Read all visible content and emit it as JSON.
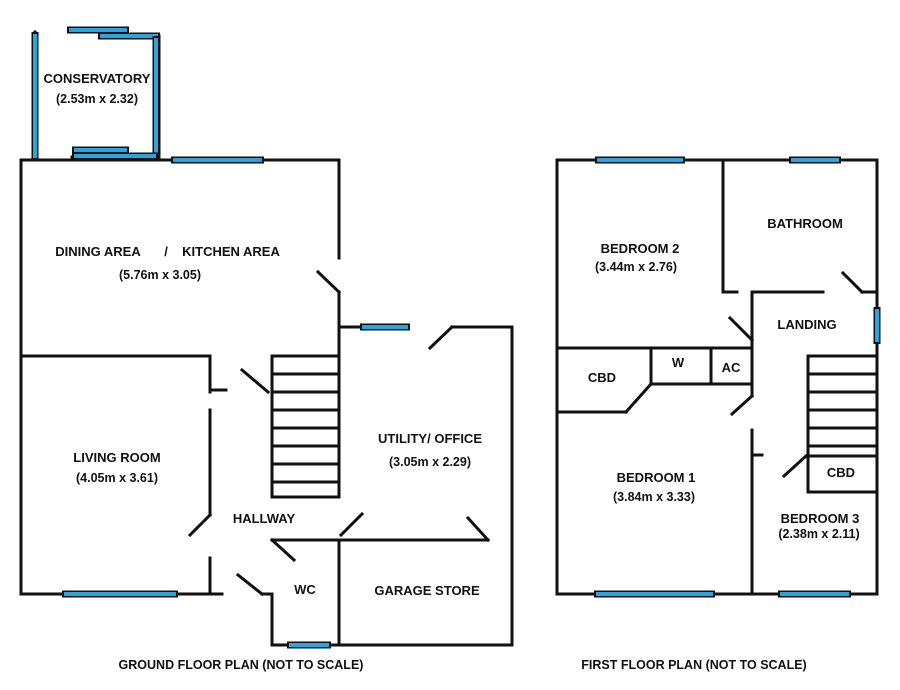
{
  "ground_floor": {
    "caption": "GROUND FLOOR PLAN (NOT TO SCALE)",
    "conservatory": {
      "name": "CONSERVATORY",
      "size": "(2.53m x 2.32)"
    },
    "dining": {
      "name": "DINING AREA",
      "divider": "/",
      "kitchen": "KITCHEN AREA",
      "size": "(5.76m x 3.05)"
    },
    "living_room": {
      "name": "LIVING ROOM",
      "size": "(4.05m x 3.61)"
    },
    "utility": {
      "name": "UTILITY/ OFFICE",
      "size": "(3.05m x 2.29)"
    },
    "hallway": {
      "name": "HALLWAY"
    },
    "wc": {
      "name": "WC"
    },
    "garage_store": {
      "name": "GARAGE STORE"
    }
  },
  "first_floor": {
    "caption": "FIRST FLOOR PLAN (NOT TO SCALE)",
    "bedroom2": {
      "name": "BEDROOM 2",
      "size": "(3.44m x 2.76)"
    },
    "bathroom": {
      "name": "BATHROOM"
    },
    "landing": {
      "name": "LANDING"
    },
    "cbd_left": {
      "name": "CBD"
    },
    "w": {
      "name": "W"
    },
    "ac": {
      "name": "AC"
    },
    "bedroom1": {
      "name": "BEDROOM 1",
      "size": "(3.84m x 3.33)"
    },
    "cbd_right": {
      "name": "CBD"
    },
    "bedroom3": {
      "name": "BEDROOM 3",
      "size": "(2.38m x 2.11)"
    }
  },
  "colors": {
    "wall": "#111111",
    "window": "#2aa5df",
    "background": "#ffffff"
  }
}
